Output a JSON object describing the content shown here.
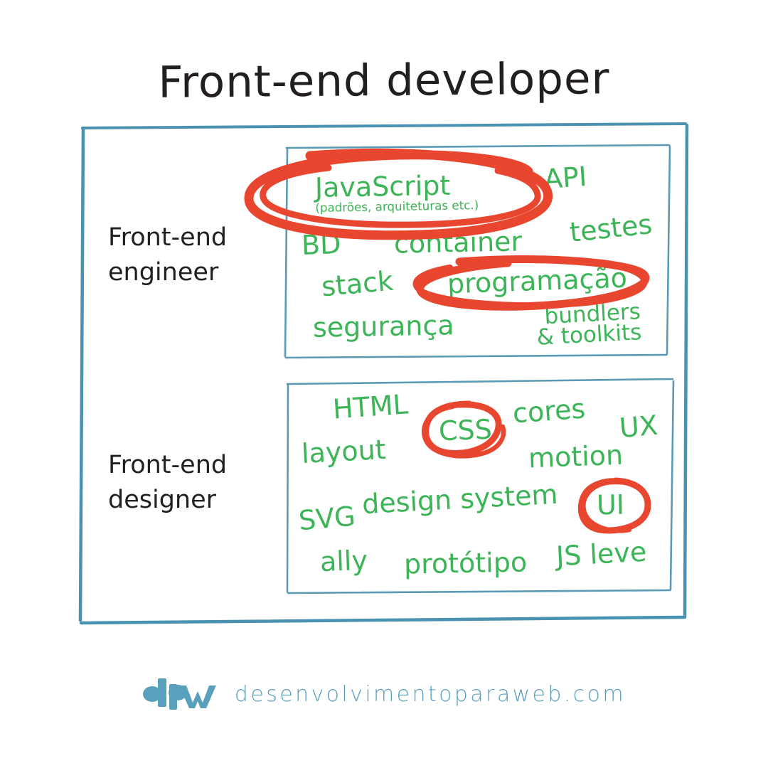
{
  "page": {
    "title": "Front-end developer",
    "background": "#ffffff"
  },
  "colors": {
    "ink_black": "#231f20",
    "frame_blue": "#4a92b0",
    "skill_green": "#3cb457",
    "highlight_red": "#e8462f",
    "footer_blue": "#59a0bd"
  },
  "roles": [
    {
      "label": "Front-end\nengineer"
    },
    {
      "label": "Front-end\ndesigner"
    }
  ],
  "engineer_box": {
    "skills": [
      {
        "text": "JavaScript",
        "sub": "(padrões, arquiteturas etc.)",
        "highlighted": true
      },
      {
        "text": "API",
        "highlighted": false
      },
      {
        "text": "testes",
        "highlighted": false
      },
      {
        "text": "BD",
        "highlighted": false
      },
      {
        "text": "container",
        "highlighted": false
      },
      {
        "text": "stack",
        "highlighted": false
      },
      {
        "text": "programação",
        "highlighted": true
      },
      {
        "text": "segurança",
        "highlighted": false
      },
      {
        "text": "bundlers",
        "text2": "& toolkits",
        "highlighted": false
      }
    ]
  },
  "designer_box": {
    "skills": [
      {
        "text": "HTML",
        "highlighted": false
      },
      {
        "text": "CSS",
        "highlighted": true
      },
      {
        "text": "cores",
        "highlighted": false
      },
      {
        "text": "UX",
        "highlighted": false
      },
      {
        "text": "layout",
        "highlighted": false
      },
      {
        "text": "motion",
        "highlighted": false
      },
      {
        "text": "SVG",
        "highlighted": false
      },
      {
        "text": "design system",
        "highlighted": false
      },
      {
        "text": "UI",
        "highlighted": true
      },
      {
        "text": "ally",
        "highlighted": false
      },
      {
        "text": "protótipo",
        "highlighted": false
      },
      {
        "text": "JS leve",
        "highlighted": false
      }
    ]
  },
  "footer": {
    "logo_text": "dpw",
    "url": "desenvolvimentoparaweb.com"
  }
}
